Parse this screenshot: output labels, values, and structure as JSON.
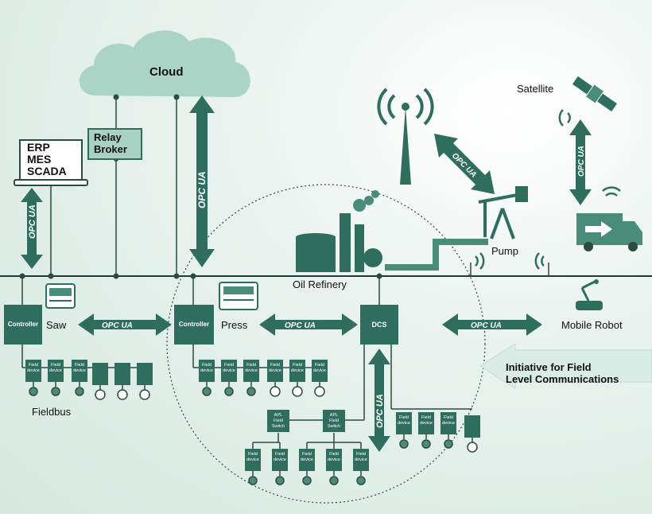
{
  "labels": {
    "cloud": "Cloud",
    "relay_broker": "Relay\nBroker",
    "erp_mes_scada": "ERP\nMES\nSCADA",
    "satellite": "Satellite",
    "pump": "Pump",
    "oil_refinery": "Oil Refinery",
    "saw": "Saw",
    "press": "Press",
    "mobile_robot": "Mobile Robot",
    "fieldbus": "Fieldbus",
    "controller_left": "Controller",
    "controller_mid": "Controller",
    "dcs": "DCS",
    "initiative": "Initiative for Field\nLevel Communications",
    "opc_ua": "OPC UA",
    "field_device": "Field\ndevice",
    "apl_switch": "APL\nField\nSwitch"
  },
  "colors": {
    "dark_green": "#2f6e5e",
    "mid_green": "#4a8c7a",
    "light_green": "#a9d2c4",
    "cloud_fill": "#a9d4c6",
    "line": "#2b4a42",
    "bus": "#1f3b35"
  }
}
